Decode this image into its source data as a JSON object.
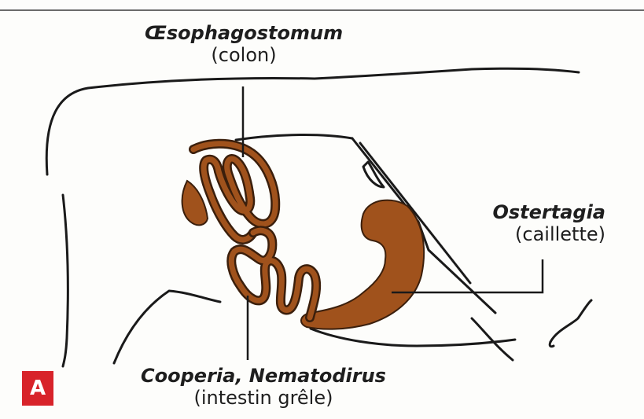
{
  "figure": {
    "badge": "A",
    "colors": {
      "organ_fill": "#a0521c",
      "outline": "#1a1a1a",
      "badge": "#d8232a"
    },
    "labels": [
      {
        "id": "oesophagostomum",
        "name": "Œsophagostomum",
        "organ": "(colon)"
      },
      {
        "id": "ostertagia",
        "name": "Ostertagia",
        "organ": "(caillette)"
      },
      {
        "id": "cooperia",
        "name": "Cooperia, Nematodirus",
        "organ": "(intestin grêle)"
      }
    ]
  }
}
